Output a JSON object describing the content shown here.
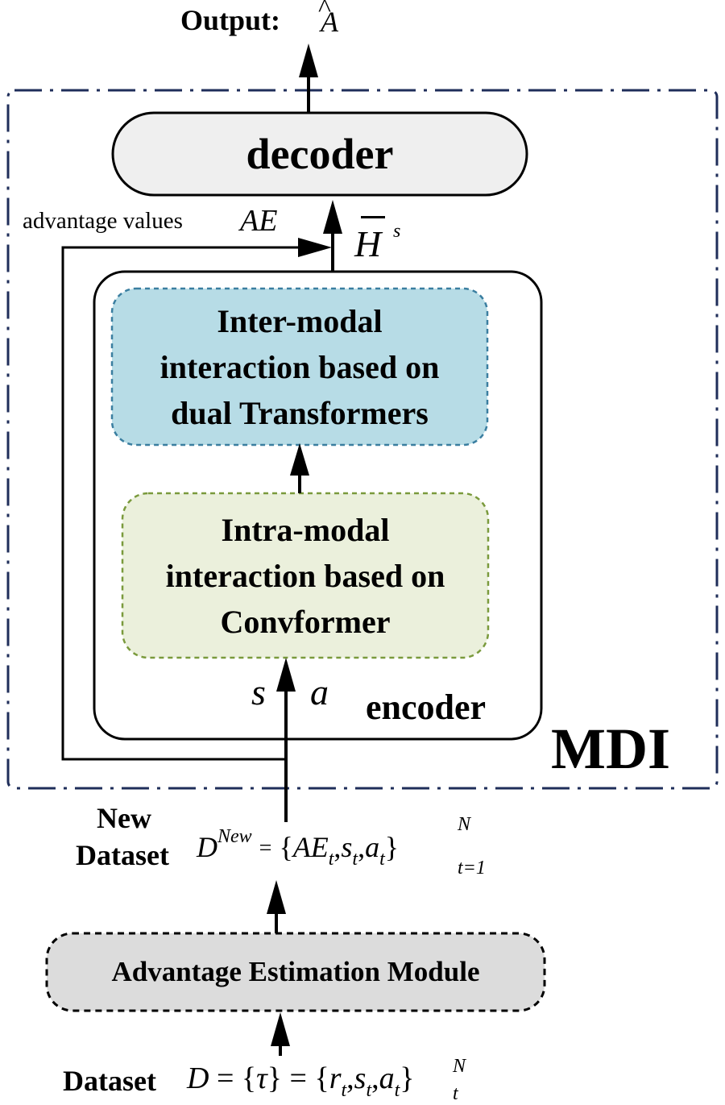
{
  "output_label": "Output:",
  "output_symbol": "A",
  "output_hat": "^",
  "decoder_label": "decoder",
  "advantage_label": "advantage values",
  "advantage_symbol": "AE",
  "hs_symbol": "H",
  "hs_sup": "s",
  "hs_bar": "_",
  "inter_modal_lines": [
    "Inter-modal",
    "interaction based on",
    "dual Transformers"
  ],
  "intra_modal_lines": [
    "Intra-modal",
    "interaction based on",
    "Convformer"
  ],
  "s_symbol": "s",
  "a_symbol": "a",
  "encoder_label": "encoder",
  "mdi_label": "MDI",
  "new_dataset_line1": "New",
  "new_dataset_line2": "Dataset",
  "new_dataset_formula": {
    "D": "D",
    "D_sup": "New",
    "eq": "=",
    "open": "{",
    "AE": "AE",
    "AE_sub": "t",
    "comma1": ",",
    "s": "s",
    "s_sub": "t",
    "comma2": ",",
    "a": "a",
    "a_sub": "t",
    "close": "}",
    "sup": "N",
    "sub": "t=1"
  },
  "aem_label": "Advantage Estimation Module",
  "dataset_label": "Dataset",
  "dataset_formula": {
    "D": "D",
    "eq1": "=",
    "open1": "{",
    "tau": "τ",
    "close1": "}",
    "eq2": "=",
    "open2": "{",
    "r": "r",
    "r_sub": "t",
    "comma1": ",",
    "s": "s",
    "s_sub": "t",
    "comma2": ",",
    "a": "a",
    "a_sub": "t",
    "close2": "}",
    "sup": "N",
    "sub": "t"
  },
  "colors": {
    "mdi_border": "#1f2e5a",
    "decoder_fill": "#efefef",
    "inter_fill": "#b7dce6",
    "inter_border": "#3a7ea0",
    "intra_fill": "#ebf0dc",
    "intra_border": "#7a9a3c",
    "aem_fill": "#dcdcdc",
    "line": "#000000"
  }
}
